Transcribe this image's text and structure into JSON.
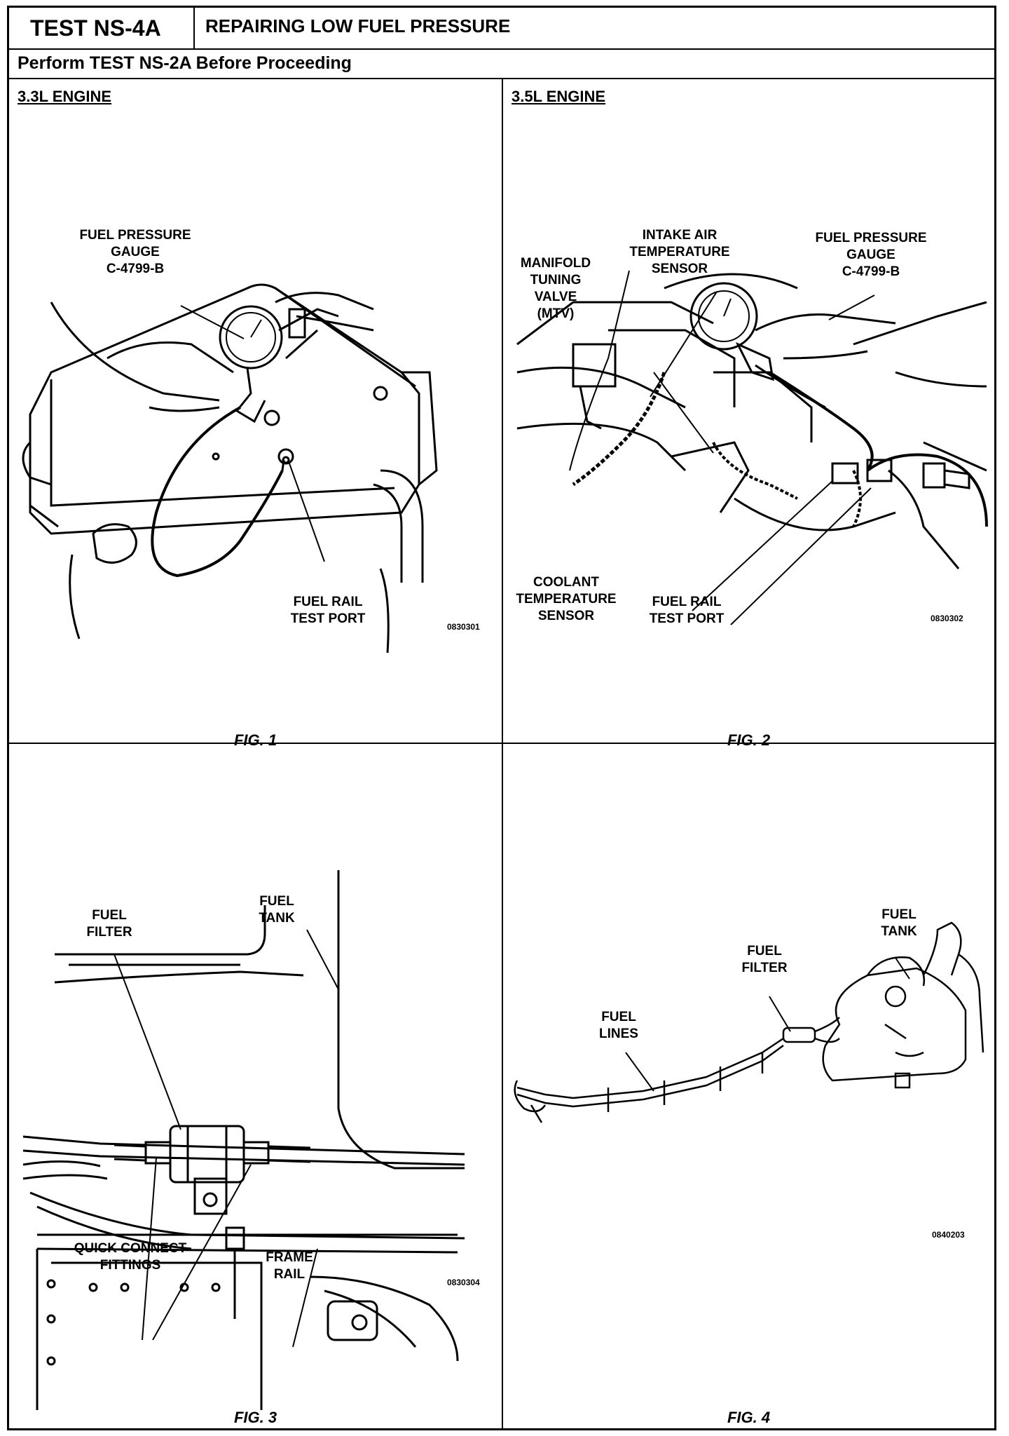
{
  "header": {
    "test_id": "TEST NS-4A",
    "title": "REPAIRING LOW FUEL PRESSURE",
    "prerequisite": "Perform TEST NS-2A Before Proceeding"
  },
  "figures": [
    {
      "engine": "3.3L ENGINE",
      "caption": "FIG. 1",
      "code": "0830301",
      "labels": {
        "gauge_1": "FUEL PRESSURE",
        "gauge_2": "GAUGE",
        "gauge_3": "C-4799-B",
        "port_1": "FUEL RAIL",
        "port_2": "TEST PORT"
      }
    },
    {
      "engine": "3.5L ENGINE",
      "caption": "FIG. 2",
      "code": "0830302",
      "labels": {
        "mtv_1": "MANIFOLD",
        "mtv_2": "TUNING",
        "mtv_3": "VALVE",
        "mtv_4": "(MTV)",
        "iat_1": "INTAKE AIR",
        "iat_2": "TEMPERATURE",
        "iat_3": "SENSOR",
        "gauge_1": "FUEL PRESSURE",
        "gauge_2": "GAUGE",
        "gauge_3": "C-4799-B",
        "cts_1": "COOLANT",
        "cts_2": "TEMPERATURE",
        "cts_3": "SENSOR",
        "port_1": "FUEL RAIL",
        "port_2": "TEST PORT"
      }
    },
    {
      "caption": "FIG. 3",
      "code": "0830304",
      "labels": {
        "filter_1": "FUEL",
        "filter_2": "FILTER",
        "tank_1": "FUEL",
        "tank_2": "TANK",
        "qc_1": "QUICK CONNECT",
        "qc_2": "FITTINGS",
        "frame_1": "FRAME",
        "frame_2": "RAIL"
      }
    },
    {
      "caption": "FIG. 4",
      "code": "0840203",
      "labels": {
        "tank_1": "FUEL",
        "tank_2": "TANK",
        "filter_1": "FUEL",
        "filter_2": "FILTER",
        "lines_1": "FUEL",
        "lines_2": "LINES"
      }
    }
  ]
}
